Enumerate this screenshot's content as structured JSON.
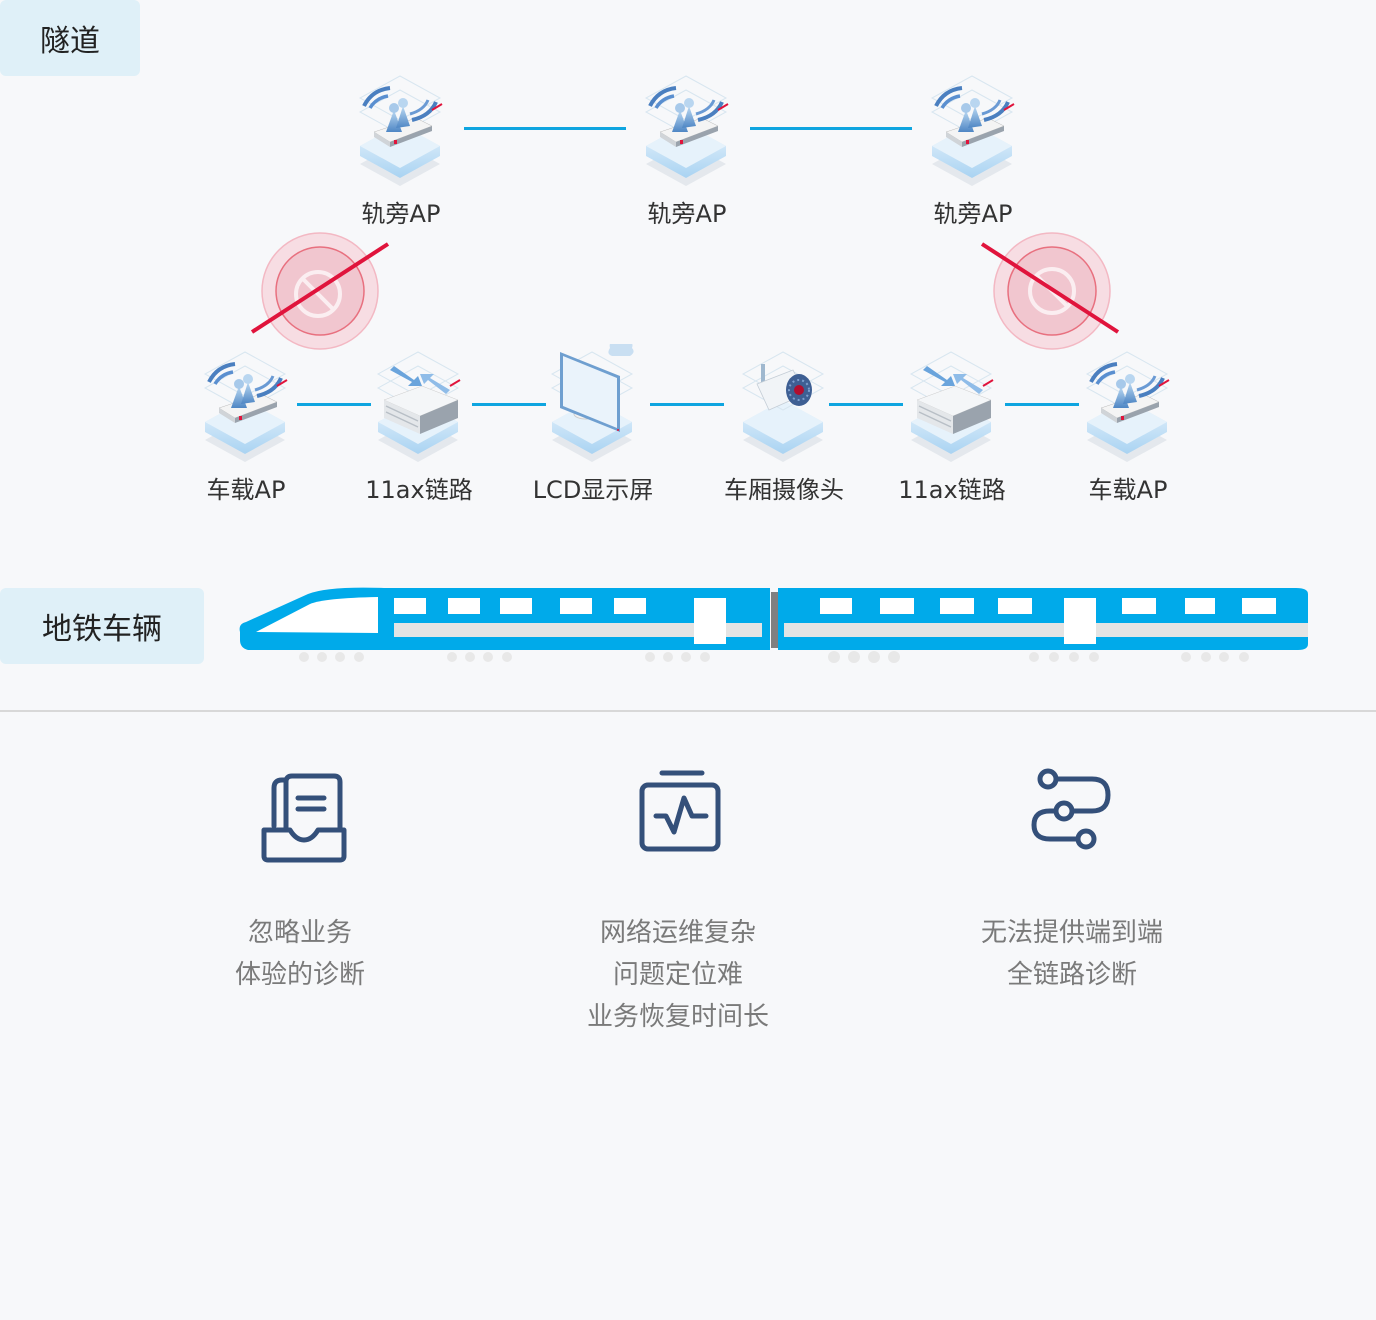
{
  "sections": {
    "tunnel_label": "隧道",
    "vehicle_label": "地铁车辆"
  },
  "tunnel_nodes": [
    {
      "label": "轨旁AP",
      "icon": "wireless-ap-icon"
    },
    {
      "label": "轨旁AP",
      "icon": "wireless-ap-icon"
    },
    {
      "label": "轨旁AP",
      "icon": "wireless-ap-icon"
    }
  ],
  "vehicle_nodes": [
    {
      "label": "车载AP",
      "icon": "wireless-ap-icon"
    },
    {
      "label": "11ax链路",
      "icon": "switch-icon"
    },
    {
      "label": "LCD显示屏",
      "icon": "monitor-icon"
    },
    {
      "label": "车厢摄像头",
      "icon": "camera-icon"
    },
    {
      "label": "11ax链路",
      "icon": "switch-icon"
    },
    {
      "label": "车载AP",
      "icon": "wireless-ap-icon"
    }
  ],
  "blocked_links": [
    {
      "from": "tunnel_nodes.0",
      "to": "vehicle_nodes.0",
      "status": "blocked"
    },
    {
      "from": "tunnel_nodes.2",
      "to": "vehicle_nodes.5",
      "status": "blocked"
    }
  ],
  "colors": {
    "link": "#0ea5e0",
    "train": "#00aaea",
    "blocked": "#e0143c",
    "feature_icon": "#34507a"
  },
  "features": [
    {
      "icon": "document-tray-icon",
      "lines": [
        "忽略业务",
        "体验的诊断"
      ]
    },
    {
      "icon": "monitor-pulse-icon",
      "lines": [
        "网络运维复杂",
        "问题定位难",
        "业务恢复时间长"
      ]
    },
    {
      "icon": "route-path-icon",
      "lines": [
        "无法提供端到端",
        "全链路诊断"
      ]
    }
  ]
}
